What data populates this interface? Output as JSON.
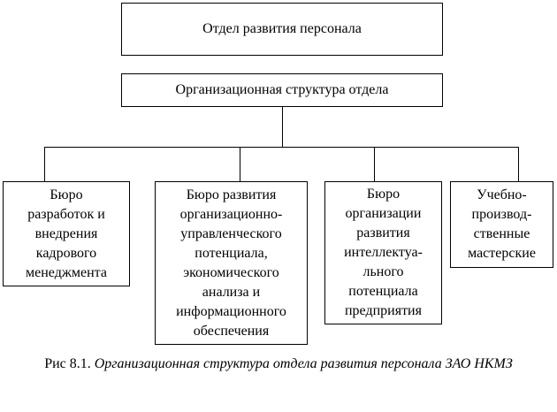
{
  "top_box": "Отдел развития персонала",
  "structure_box": "Организационная структура отдела",
  "bureaus": [
    "Бюро\nразработок и\nвнедрения\nкадрового\nменеджмента",
    "Бюро развития\nорганизационно-\nуправленческого\nпотенциала,\nэкономического\nанализа и\nинформационного\nобеспечения",
    "Бюро\nорганизации\nразвития\nинтеллектуа-\nльного\nпотенциала\nпредприятия",
    "Учебно-\nпроизвод-\nственные\nмастерские"
  ],
  "caption": {
    "label": "Рис 8.1.",
    "text": "Организационная структура отдела развития персонала ЗАО НКМЗ"
  }
}
